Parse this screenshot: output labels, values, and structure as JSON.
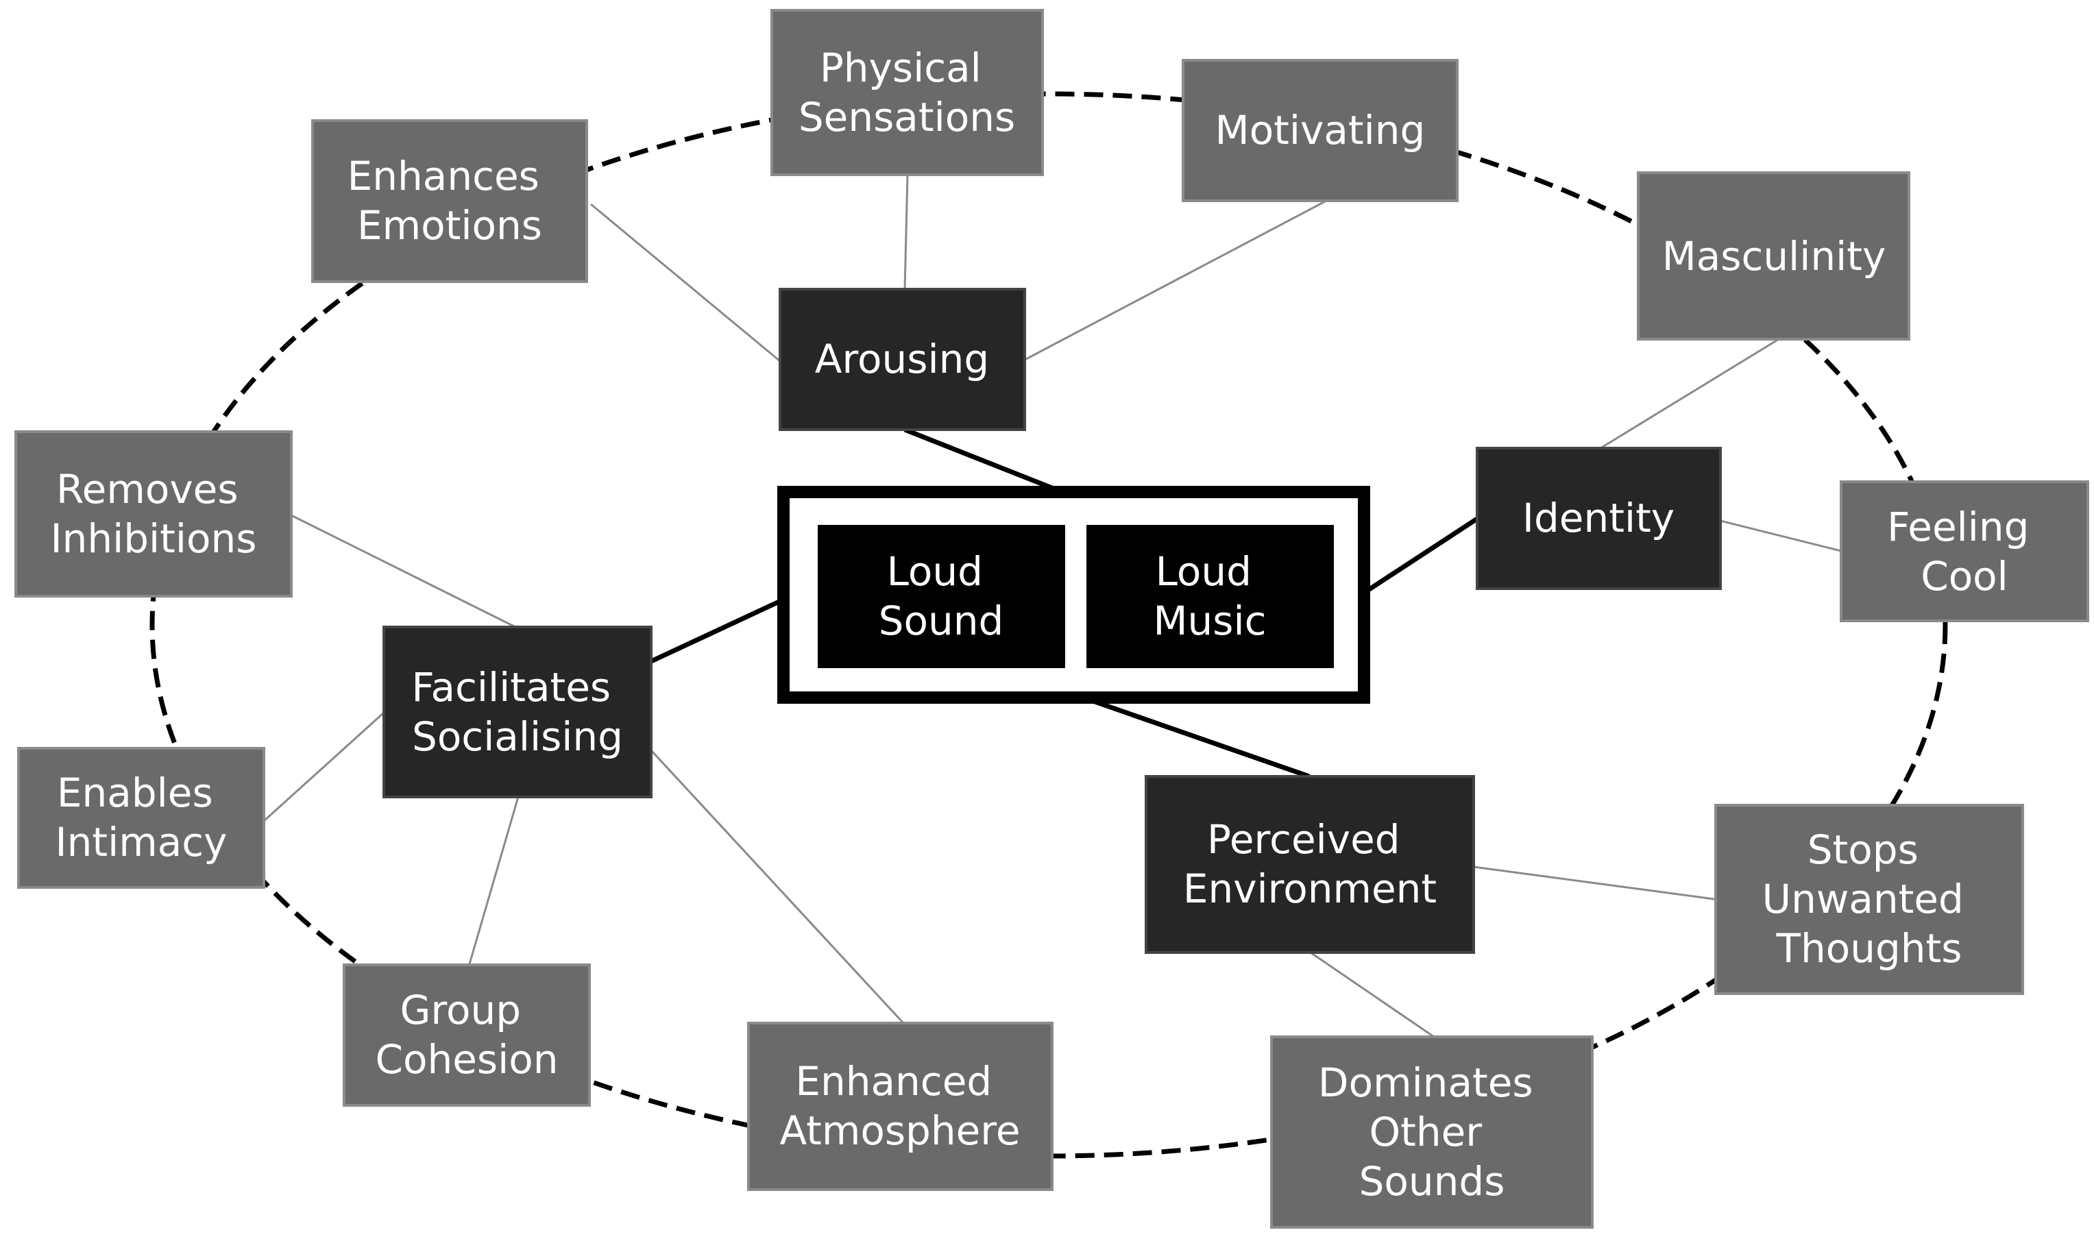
{
  "diagram": {
    "center": {
      "left": [
        "Loud",
        "Sound"
      ],
      "right": [
        "Loud",
        "Music"
      ]
    },
    "themes": {
      "arousing": [
        "Arousing"
      ],
      "identity": [
        "Identity"
      ],
      "facilitates_socialising": [
        "Facilitates",
        "Socialising"
      ],
      "perceived_environment": [
        "Perceived",
        "Environment"
      ]
    },
    "subthemes": {
      "physical_sensations": [
        "Physical",
        "Sensations"
      ],
      "motivating": [
        "Motivating"
      ],
      "enhances_emotions": [
        "Enhances",
        "Emotions"
      ],
      "masculinity": [
        "Masculinity"
      ],
      "feeling_cool": [
        "Feeling",
        "Cool"
      ],
      "removes_inhibitions": [
        "Removes",
        "Inhibitions"
      ],
      "enables_intimacy": [
        "Enables",
        "Intimacy"
      ],
      "group_cohesion": [
        "Group",
        "Cohesion"
      ],
      "enhanced_atmosphere": [
        "Enhanced",
        "Atmosphere"
      ],
      "dominates_other_sounds": [
        "Dominates",
        "Other",
        "Sounds"
      ],
      "stops_unwanted_thoughts": [
        "Stops",
        "Unwanted",
        "Thoughts"
      ]
    }
  }
}
